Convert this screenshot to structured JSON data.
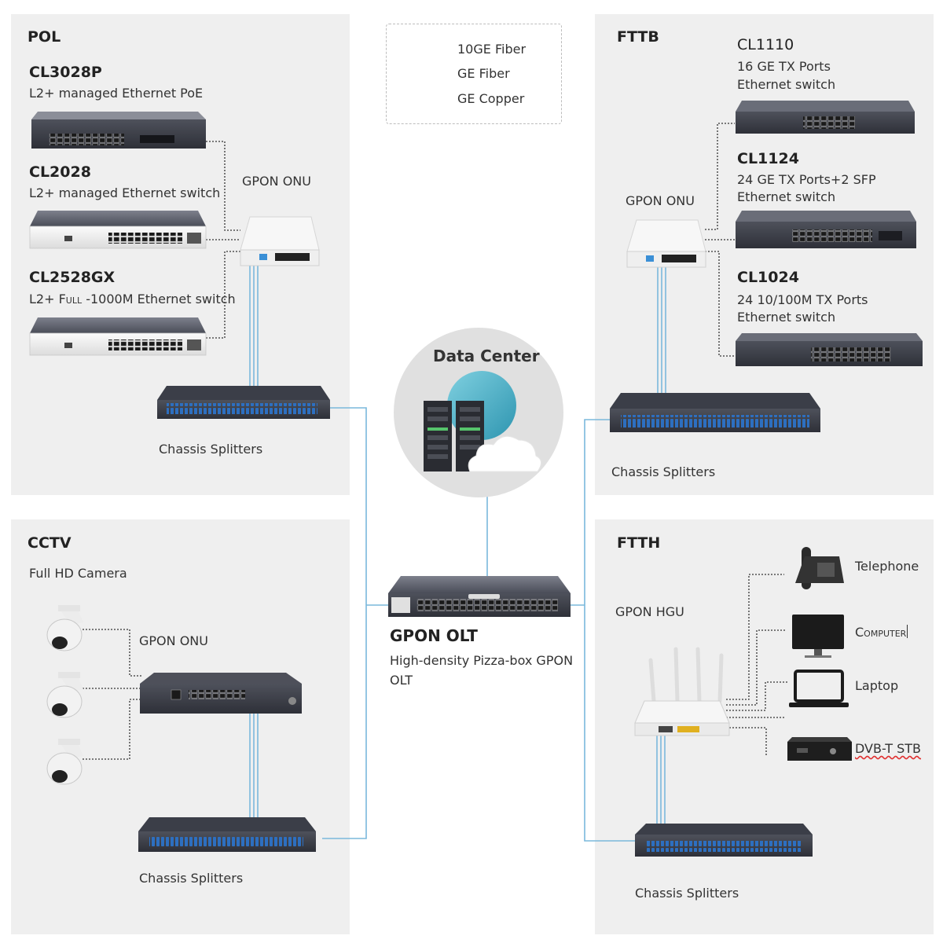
{
  "legend": {
    "items": [
      {
        "label": "10GE Fiber"
      },
      {
        "label": "GE Fiber"
      },
      {
        "label": "GE Copper"
      }
    ],
    "fiber_10ge_color": "#7ab8dc",
    "fiber_ge_color": "#7ab8dc"
  },
  "pol": {
    "title": "POL",
    "onu_label": "GPON ONU",
    "splitter_label": "Chassis Splitters",
    "devices": [
      {
        "model": "CL3028P",
        "desc": "L2+ managed Ethernet PoE"
      },
      {
        "model": "CL2028",
        "desc": "L2+ managed Ethernet switch"
      },
      {
        "model": "CL2528GX",
        "desc_prefix": "L2+ ",
        "desc_sc": "Full",
        "desc_suffix": " -1000M Ethernet switch"
      }
    ]
  },
  "fttb": {
    "title": "FTTB",
    "onu_label": "GPON ONU",
    "splitter_label": "Chassis Splitters",
    "devices": [
      {
        "model": "CL1110",
        "desc1": "16 GE TX Ports",
        "desc2": "Ethernet switch"
      },
      {
        "model": "CL1124",
        "desc1": "24 GE TX Ports+2 SFP",
        "desc2": "Ethernet switch"
      },
      {
        "model": "CL1024",
        "desc1": "24 10/100M TX Ports",
        "desc2": "Ethernet switch"
      }
    ]
  },
  "cctv": {
    "title": "CCTV",
    "camera_label": "Full HD Camera",
    "onu_label": "GPON ONU",
    "splitter_label": "Chassis Splitters"
  },
  "ftth": {
    "title": "FTTH",
    "hgu_label": "GPON HGU",
    "splitter_label": "Chassis Splitters",
    "endpoints": {
      "telephone": "Telephone",
      "computer": "Computer",
      "laptop": "Laptop",
      "stb": "DVB-T STB"
    }
  },
  "datacenter": {
    "title": "Data Center"
  },
  "olt": {
    "title": "GPON OLT",
    "desc1": "High-density Pizza-box GPON",
    "desc2": "OLT"
  }
}
